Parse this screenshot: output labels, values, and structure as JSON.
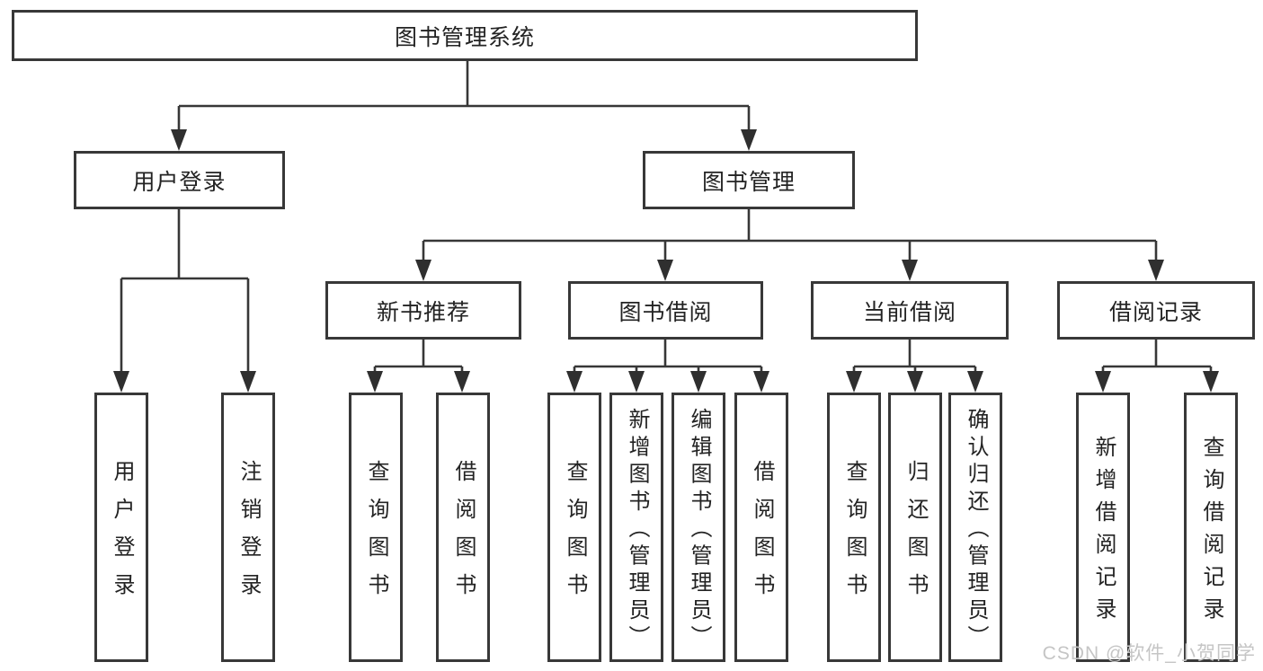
{
  "diagram": {
    "root_label": "图书管理系统",
    "user_login": {
      "label": "用户登录",
      "children": [
        "用户登录",
        "注销登录"
      ]
    },
    "book_management": {
      "label": "图书管理",
      "groups": [
        {
          "label": "新书推荐",
          "children": [
            "查询图书",
            "借阅图书"
          ]
        },
        {
          "label": "图书借阅",
          "children": [
            "查询图书",
            "新增图书（管理员）",
            "编辑图书（管理员）",
            "借阅图书"
          ]
        },
        {
          "label": "当前借阅",
          "children": [
            "查询图书",
            "归还图书",
            "确认归还（管理员）"
          ]
        },
        {
          "label": "借阅记录",
          "children": [
            "新增借阅记录",
            "查询借阅记录"
          ]
        }
      ]
    }
  },
  "watermark": {
    "text": "CSDN @软件_小贺同学"
  },
  "colors": {
    "line": "#373737",
    "arrow_fill": "#2f2f2f",
    "box_border": "#383838",
    "text": "#232323",
    "watermark": "#c5c5c5",
    "background": "#ffffff"
  }
}
